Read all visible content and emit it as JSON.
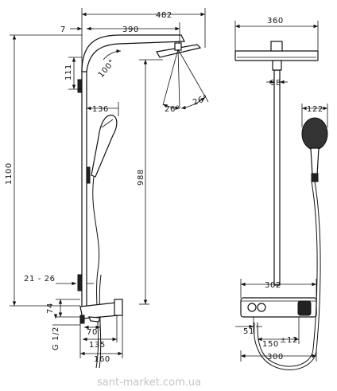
{
  "dimensions": {
    "total_width": "482",
    "arm_offset": "7",
    "arm_reach": "390",
    "head_depth": "111",
    "arm_angle": "100°",
    "spray_angle_left": "26°",
    "spray_angle_right": "26°",
    "handshower_head_width": "136",
    "total_height": "1100",
    "riser_height": "988",
    "wall_offset_range": "21 - 26",
    "thermostat_height": "74",
    "connection_thread": "G 1/2",
    "spout_reach": "70",
    "thermostat_reach": "135",
    "total_depth": "160",
    "overhead_width": "360",
    "bracket_width": "98",
    "handshower_face_width": "122",
    "shelf_width": "302",
    "bracket_spacing": "51",
    "connection_spacing": "150",
    "connection_tolerance": "±12",
    "shelf_total_width": "300"
  },
  "watermark": "sant-market.com.ua"
}
